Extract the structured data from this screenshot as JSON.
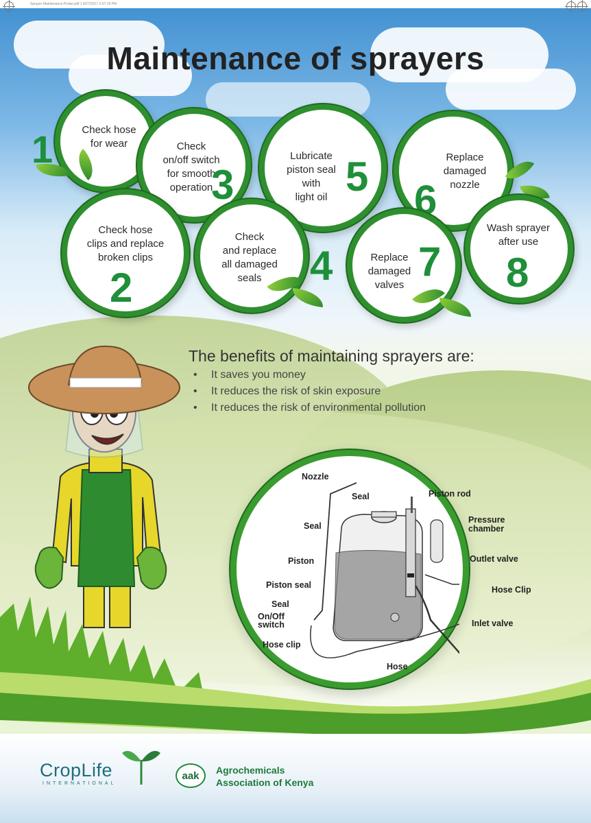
{
  "header": {
    "file_info": "Sprayer Maintenance Poster.pdf   1   8/27/2017   2:07:19 PM"
  },
  "title": "Maintenance of sprayers",
  "steps": [
    {
      "number": "1",
      "text": "Check hose\nfor wear"
    },
    {
      "number": "2",
      "text": "Check hose\nclips and replace\nbroken clips"
    },
    {
      "number": "3",
      "text": "Check\non/off switch\nfor smooth\noperation"
    },
    {
      "number": "4",
      "text": "Check\nand replace\nall damaged\nseals"
    },
    {
      "number": "5",
      "text": "Lubricate\npiston seal\nwith\nlight oil"
    },
    {
      "number": "6",
      "text": "Replace\ndamaged\nnozzle"
    },
    {
      "number": "7",
      "text": "Replace\ndamaged\nvalves"
    },
    {
      "number": "8",
      "text": "Wash sprayer\nafter use"
    }
  ],
  "benefits": {
    "title": "The benefits of maintaining sprayers are:",
    "items": [
      "It saves you money",
      "It reduces the risk of skin exposure",
      "It reduces the risk of environmental pollution"
    ]
  },
  "diagram": {
    "labels": {
      "nozzle": "Nozzle",
      "seal_top": "Seal",
      "piston_rod": "Piston rod",
      "seal_left": "Seal",
      "pressure_chamber": "Pressure\nchamber",
      "piston": "Piston",
      "outlet_valve": "Outlet valve",
      "piston_seal": "Piston seal",
      "hose_clip_right": "Hose Clip",
      "seal_bottom": "Seal",
      "onoff_switch": "On/Off\nswitch",
      "inlet_valve": "Inlet valve",
      "hose_clip_left": "Hose clip",
      "hose": "Hose"
    }
  },
  "logos": {
    "croplife": "CropLife",
    "croplife_sub": "INTERNATIONAL",
    "aak_abbr": "aak",
    "aak_name": "Agrochemicals\nAssociation of Kenya"
  },
  "colors": {
    "primary_green": "#2f8f2f",
    "number_green": "#1f8f3a",
    "sky_blue": "#3f8fd0"
  }
}
